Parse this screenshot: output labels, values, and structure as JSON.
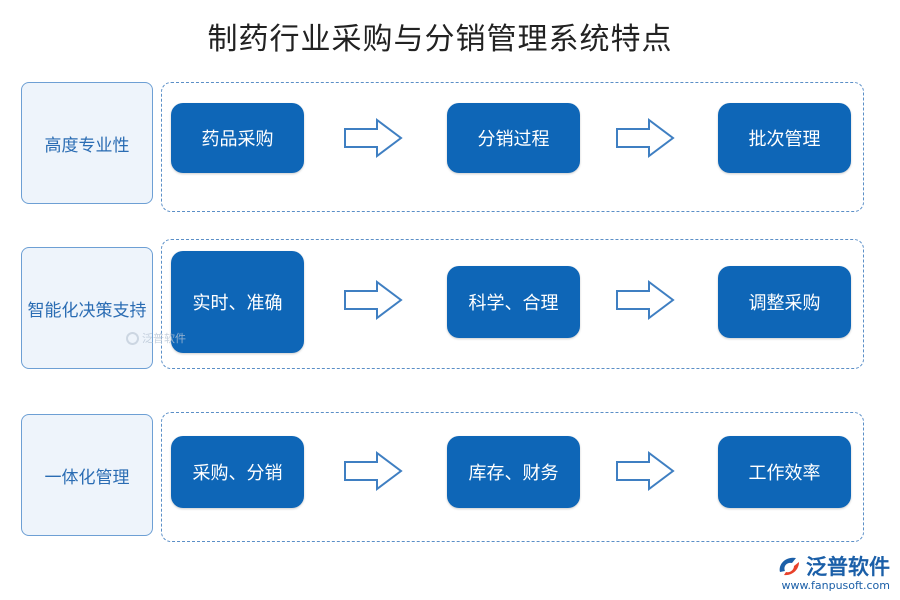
{
  "title": "制药行业采购与分销管理系统特点",
  "rows": [
    {
      "label": "高度专业性",
      "steps": [
        "药品采购",
        "分销过程",
        "批次管理"
      ]
    },
    {
      "label": "智能化决策支持",
      "steps": [
        "实时、准确",
        "科学、合理",
        "调整采购"
      ]
    },
    {
      "label": "一体化管理",
      "steps": [
        "采购、分销",
        "库存、财务",
        "工作效率"
      ]
    }
  ],
  "watermark": "泛普软件",
  "logo": {
    "name": "泛普软件",
    "url": "www.fanpusoft.com"
  },
  "colors": {
    "step_fill": "#0e66b7",
    "label_border": "#6d9fd4",
    "label_fill": "#eef4fb",
    "label_text": "#2a6cb3",
    "dash_border": "#5b8fc7"
  }
}
